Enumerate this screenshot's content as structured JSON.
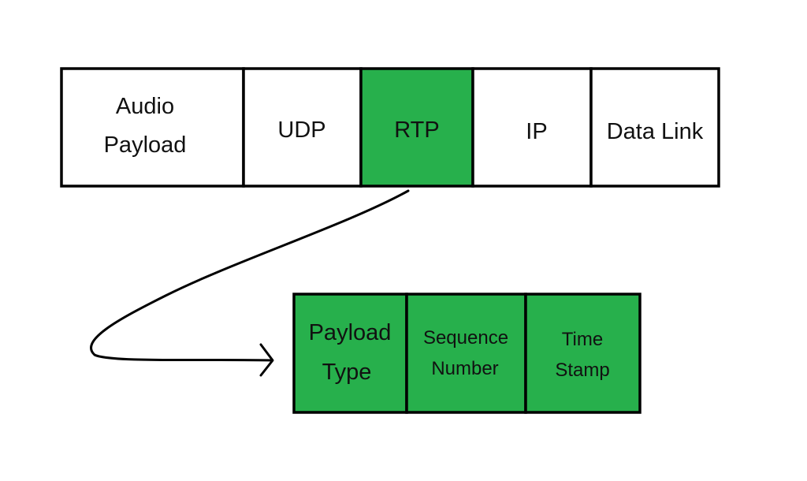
{
  "colors": {
    "highlight": "#27b04c",
    "plain": "#ffffff",
    "border": "#000000"
  },
  "packet": {
    "audio_payload": [
      "Audio",
      "Payload"
    ],
    "udp": "UDP",
    "rtp": "RTP",
    "ip": "IP",
    "data_link": "Data Link"
  },
  "rtp_header": {
    "payload_type": [
      "Payload",
      "Type"
    ],
    "sequence_number": [
      "Sequence",
      "Number"
    ],
    "time_stamp": [
      "Time",
      "Stamp"
    ]
  }
}
